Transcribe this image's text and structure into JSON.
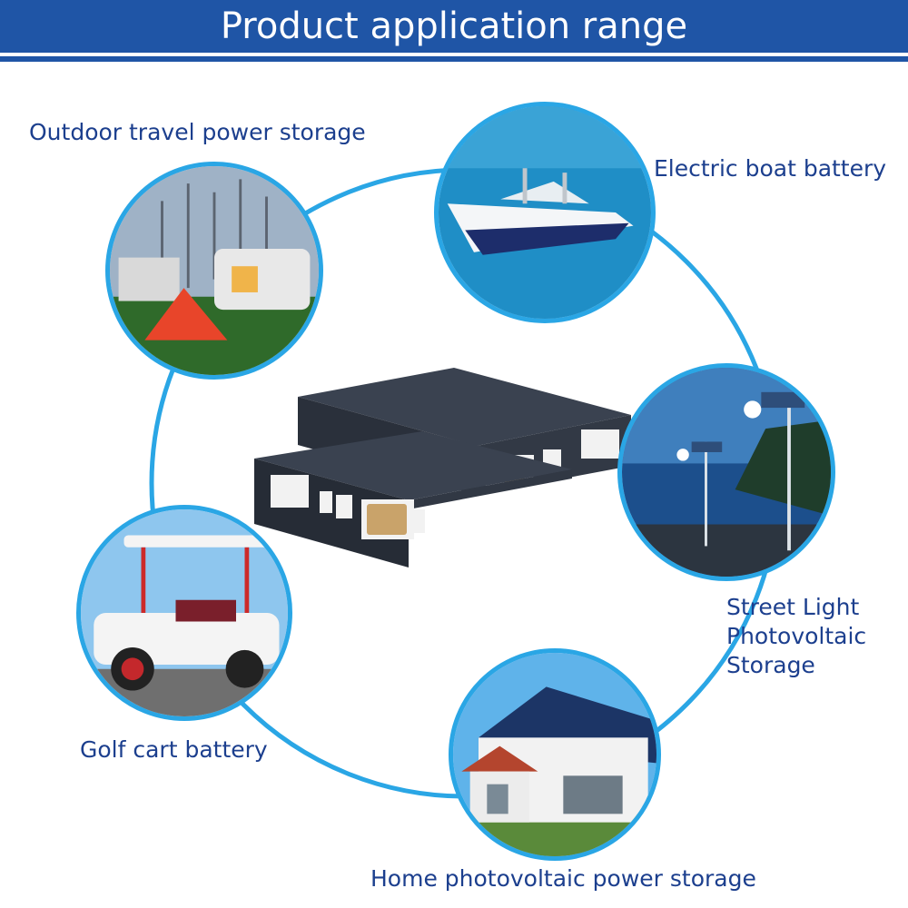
{
  "header": {
    "title": "Product application range"
  },
  "applications": {
    "outdoor": "Outdoor travel power storage",
    "boat": "Electric boat battery",
    "street": "Street Light Photovoltaic Storage",
    "golf": "Golf cart battery",
    "home": "Home photovoltaic power storage"
  },
  "colors": {
    "banner": "#1f55a6",
    "caption_text": "#1c3f8e",
    "ring": "#2aa6e5",
    "battery_body": "#2d3440"
  },
  "icons": {
    "outdoor": "camping-van-tent-photo",
    "boat": "speedboat-photo",
    "street": "solar-street-light-photo",
    "golf": "golf-cart-photo",
    "home": "solar-roof-house-photo",
    "center": "prismatic-battery-cells"
  }
}
